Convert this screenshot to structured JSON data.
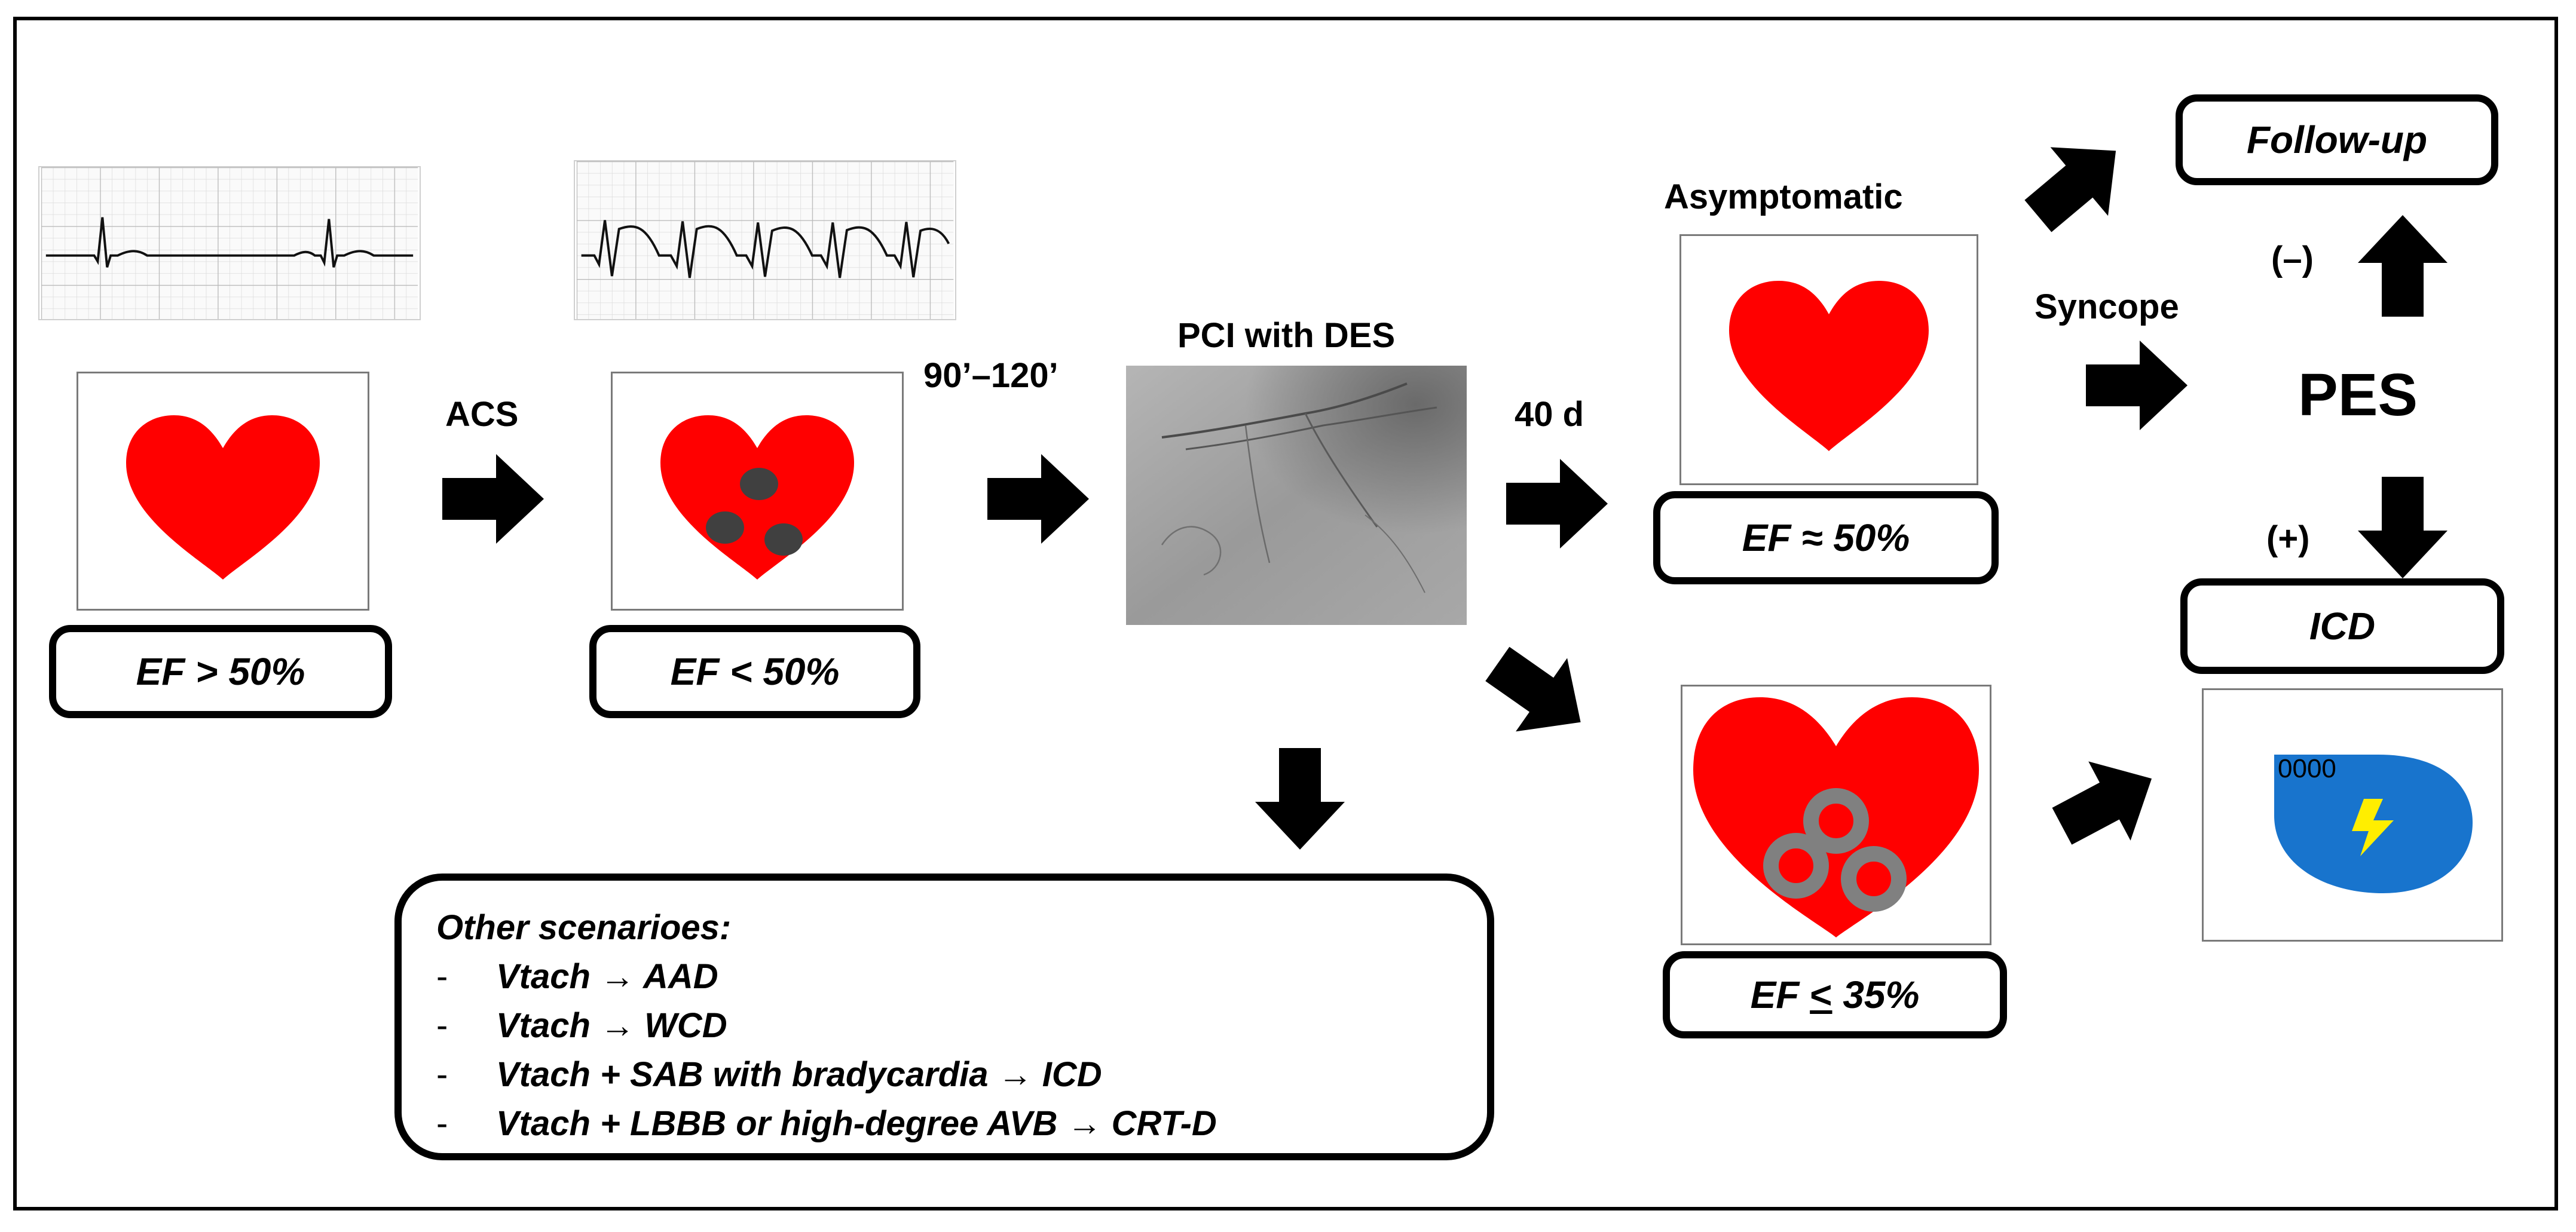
{
  "labels": {
    "acs": "ACS",
    "delay": "90’–120’",
    "pci": "PCI with DES",
    "days40": "40 d",
    "asymptomatic": "Asymptomatic",
    "syncope": "Syncope",
    "pes": "PES",
    "neg": "(–)",
    "pos": "(+)"
  },
  "boxes": {
    "ef_normal": "EF > 50%",
    "ef_reduced": "EF < 50%",
    "ef_recovered_prefix": "EF ≈ 50%",
    "ef_low_prefix": "EF ",
    "ef_low_symbol": "<",
    "ef_low_value": " 35%",
    "follow_up": "Follow-up",
    "icd": "ICD",
    "icd_device_coil": "0000"
  },
  "scenarios": {
    "title": "Other scenarioes:",
    "bullet": "-",
    "items": [
      "Vtach → AAD",
      "Vtach → WCD",
      "Vtach + SAB with bradycardia → ICD",
      "Vtach + LBBB or high-degree AVB → CRT-D"
    ]
  },
  "colors": {
    "heart": "#ff0000",
    "scar": "#404040",
    "ring": "#808080",
    "icd_body": "#1874cd",
    "bolt": "#ffee00",
    "arrow": "#000000"
  }
}
